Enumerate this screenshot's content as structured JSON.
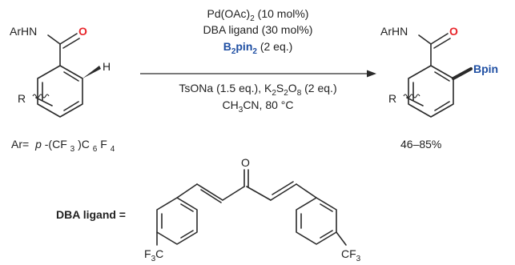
{
  "reactant": {
    "amide_label": "ArHN",
    "oxygen_label": "O",
    "hydrogen_label": "H",
    "r_label": "R",
    "ar_def_prefix": "Ar=",
    "ar_def_p": "p",
    "ar_def_rest": "-(CF",
    "ar_sub_3": "3",
    "ar_def_c6": ")C",
    "ar_sub_6": "6",
    "ar_def_f": "F",
    "ar_sub_4": "4"
  },
  "conditions": {
    "line1_main": "Pd(OAc)",
    "line1_sub": "2",
    "line1_tail": " (10 mol%)",
    "line2": "DBA ligand (30 mol%)",
    "line3_b": "B",
    "line3_sub2": "2",
    "line3_pin": "pin",
    "line3_sub2b": "2",
    "line3_tail": " (2 eq.)",
    "line4_a": "TsONa (1.5 eq.), K",
    "line4_sub2": "2",
    "line4_s": "S",
    "line4_sub2b": "2",
    "line4_o": "O",
    "line4_sub8": "8",
    "line4_tail": " (2 eq.)",
    "line5_a": "CH",
    "line5_sub3": "3",
    "line5_b": "CN, 80 °C"
  },
  "product": {
    "amide_label": "ArHN",
    "oxygen_label": "O",
    "bpin_label": "Bpin",
    "r_label": "R",
    "yield": "46–85%"
  },
  "ligand": {
    "label": "DBA ligand =",
    "oxygen_label": "O",
    "left_cf3_main": "F",
    "left_cf3_sub": "3",
    "left_cf3_tail": "C",
    "right_cf3_main": "CF",
    "right_cf3_sub": "3"
  },
  "colors": {
    "oxygen": "#e8252a",
    "boron": "#1f4fa3",
    "bond": "#2a2a2a",
    "text": "#222222"
  }
}
